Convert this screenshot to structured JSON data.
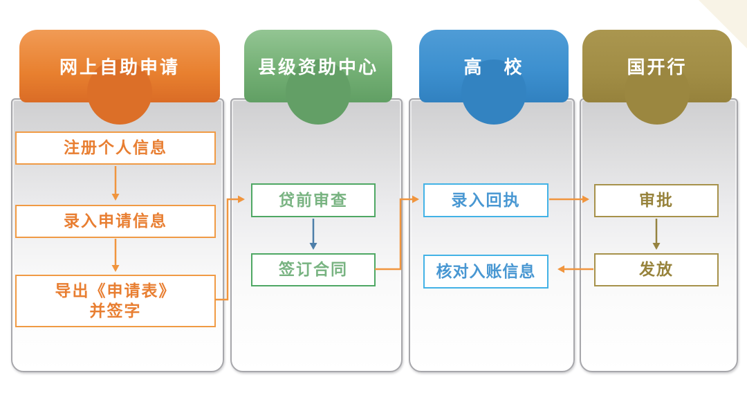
{
  "figure": {
    "type": "flowchart",
    "description": "student loan application process swimlane diagram",
    "background_accent_color": "#f8f3e6"
  },
  "colors": {
    "lane_orange": "#e8802f",
    "lane_green": "#74b075",
    "lane_blue": "#3d90cf",
    "lane_olive": "#a18d45",
    "arrow_orange": "#f0953e",
    "arrow_blue": "#4d7ea9",
    "arrow_olive": "#958340",
    "card_border": "#a7a7ab"
  },
  "columns": [
    {
      "title": "网上自助申请",
      "steps": [
        {
          "t": "注册个人信息"
        },
        {
          "t": "录入申请信息"
        },
        {
          "t": "导出《申请表》",
          "t2": "并签字"
        }
      ]
    },
    {
      "title": "县级资助中心",
      "steps": [
        {
          "t": "贷前审查"
        },
        {
          "t": "签订合同"
        }
      ]
    },
    {
      "title": "高　校",
      "steps": [
        {
          "t": "录入回执"
        },
        {
          "t": "核对入账信息"
        }
      ]
    },
    {
      "title": "国开行",
      "steps": [
        {
          "t": "审批"
        },
        {
          "t": "发放"
        }
      ]
    }
  ],
  "connections": [
    {
      "from": "注册个人信息",
      "to": "录入申请信息",
      "color": "orange"
    },
    {
      "from": "录入申请信息",
      "to": "导出《申请表》并签字",
      "color": "orange"
    },
    {
      "from": "导出《申请表》并签字",
      "to": "贷前审查",
      "color": "orange"
    },
    {
      "from": "贷前审查",
      "to": "签订合同",
      "color": "blue"
    },
    {
      "from": "签订合同",
      "to": "录入回执",
      "color": "orange"
    },
    {
      "from": "录入回执",
      "to": "审批",
      "color": "orange"
    },
    {
      "from": "审批",
      "to": "发放",
      "color": "olive"
    },
    {
      "from": "发放",
      "to": "核对入账信息",
      "color": "orange"
    }
  ]
}
